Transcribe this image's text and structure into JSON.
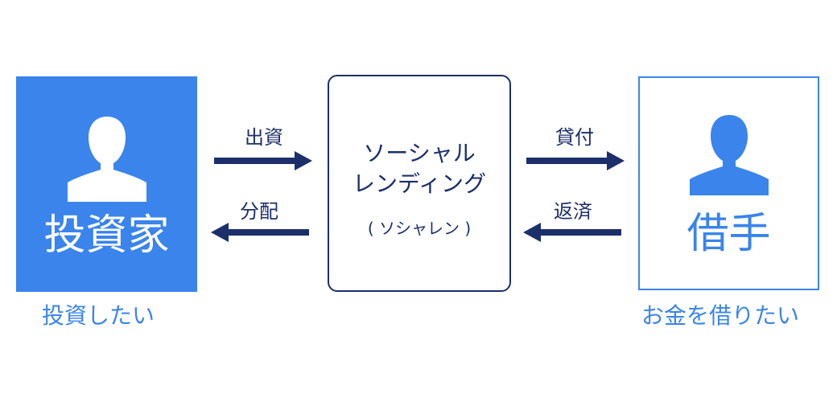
{
  "investor": {
    "label": "投資家",
    "caption": "投資したい",
    "icon": "person-icon"
  },
  "borrower": {
    "label": "借手",
    "caption": "お金を借りたい",
    "icon": "person-icon"
  },
  "platform": {
    "line1": "ソーシャル",
    "line2": "レンディング",
    "line3": "( ソシャレン )"
  },
  "flows": {
    "invest": "出資",
    "distribute": "分配",
    "lend": "貸付",
    "repay": "返済"
  },
  "colors": {
    "accent_blue": "#3a84ec",
    "navy": "#1c2f6a",
    "white": "#ffffff"
  }
}
